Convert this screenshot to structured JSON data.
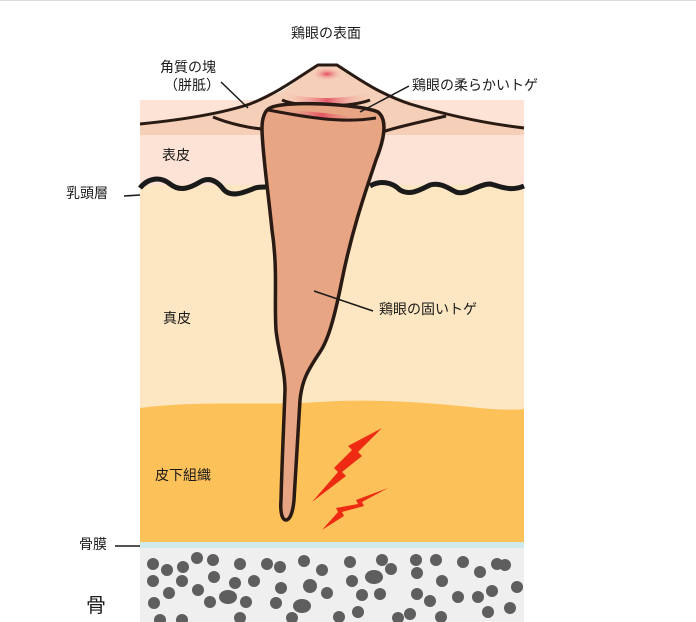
{
  "diagram": {
    "title": "鶏眼の表面",
    "labels": {
      "surface": "鶏眼の表面",
      "keratin_mass_line1": "角質の塊",
      "keratin_mass_line2": "（胼胝）",
      "soft_thorn": "鶏眼の柔らかいトゲ",
      "epidermis": "表皮",
      "papillary_layer": "乳頭層",
      "dermis": "真皮",
      "hard_thorn": "鶏眼の固いトゲ",
      "subcutaneous": "皮下組織",
      "periosteum": "骨膜",
      "bone": "骨"
    },
    "layers": [
      {
        "name": "表皮",
        "color": "#fce3d6"
      },
      {
        "name": "真皮",
        "color": "#fde6c2"
      },
      {
        "name": "皮下組織",
        "color": "#fdc15a"
      },
      {
        "name": "骨膜",
        "color": "#cfe9ec"
      },
      {
        "name": "骨",
        "color": "#efefef"
      }
    ],
    "colors": {
      "thorn": "#e8a584",
      "callus": "#f6cfb8",
      "outline": "#2a1a14",
      "highlight": "#e3485e",
      "pain_bolt": "#ee2a12",
      "bone_cells": "#5e5e5e"
    },
    "icons": [
      "pain-lightning-icon"
    ]
  }
}
